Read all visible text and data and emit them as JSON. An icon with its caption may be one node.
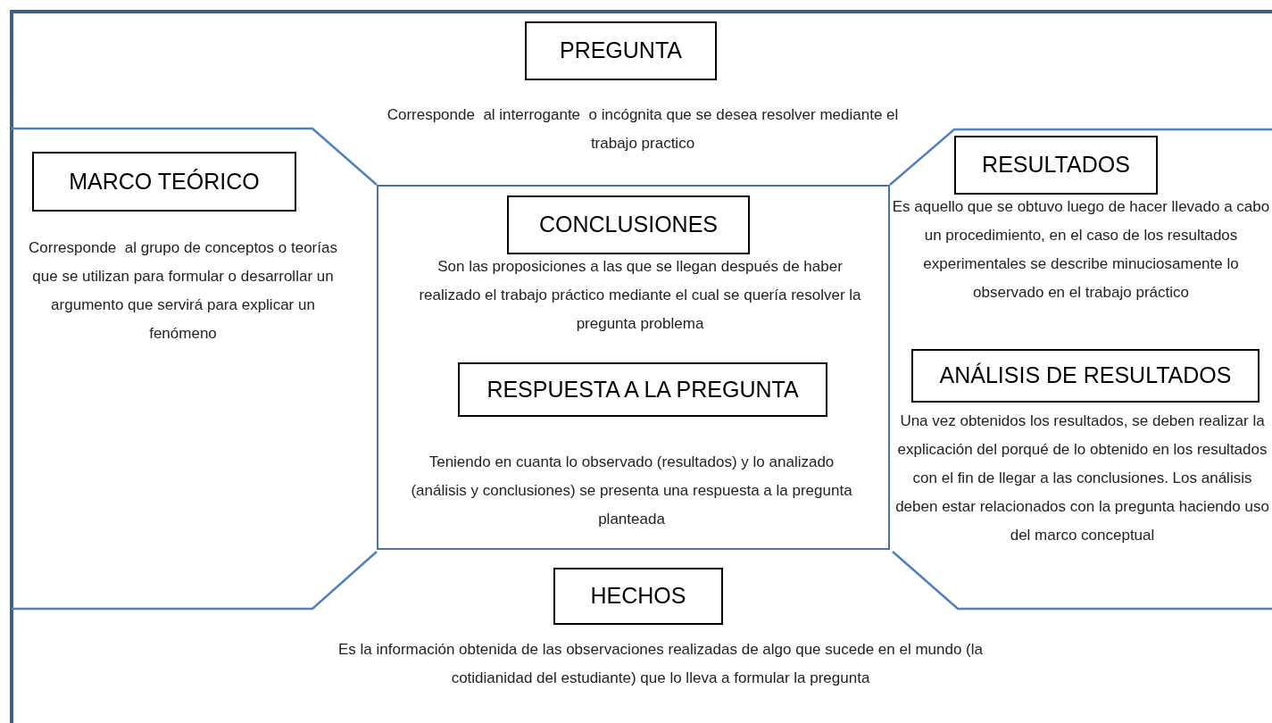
{
  "diagram": {
    "nodes": [
      {
        "text": [],
        "shape": "box"
      },
      {
        "text": [
          "PREGUNTA"
        ],
        "beside": [
          "Corresponde  al interrogante  o incógnita que se desea resolver mediante el trabajo practico"
        ]
      },
      {
        "text": [
          "MARCO TEÓRICO"
        ],
        "beside": [
          "Corresponde  al grupo de conceptos o teorías que se utilizan para formular o desarrollar un argumento que servirá para explicar un fenómeno"
        ]
      },
      {
        "text": [
          "CONCLUSIONES"
        ],
        "in": 0,
        "beside": [
          "Son las proposiciones a las que se llegan después de haber realizado el trabajo práctico mediante el cual se quería resolver la pregunta problema"
        ]
      },
      {
        "text": [
          "RESPUESTA A LA PREGUNTA"
        ],
        "in": 0,
        "beside": [
          "Teniendo en cuanta lo observado (resultados) y lo analizado (análisis y conclusiones) se presenta una respuesta a la pregunta planteada"
        ]
      },
      {
        "text": [
          "RESULTADOS"
        ],
        "beside": [
          "Es aquello que se obtuvo luego de hacer llevado a cabo un procedimiento, en el caso de los resultados experimentales se describe minuciosamente lo observado en el trabajo práctico"
        ]
      },
      {
        "text": [
          "ANÁLISIS DE RESULTADOS"
        ],
        "beside": [
          "Una vez obtenidos los resultados, se deben realizar la explicación del porqué de lo obtenido en los resultados con el fin de llegar a las conclusiones. Los análisis deben estar relacionados con la pregunta haciendo uso del marco conceptual"
        ]
      },
      {
        "text": [
          "HECHOS"
        ],
        "beside": [
          "Es la información obtenida de las observaciones realizadas de algo que sucede en el mundo (la cotidianidad del estudiante) que lo lleva a formular la pregunta"
        ]
      }
    ],
    "edges": []
  }
}
